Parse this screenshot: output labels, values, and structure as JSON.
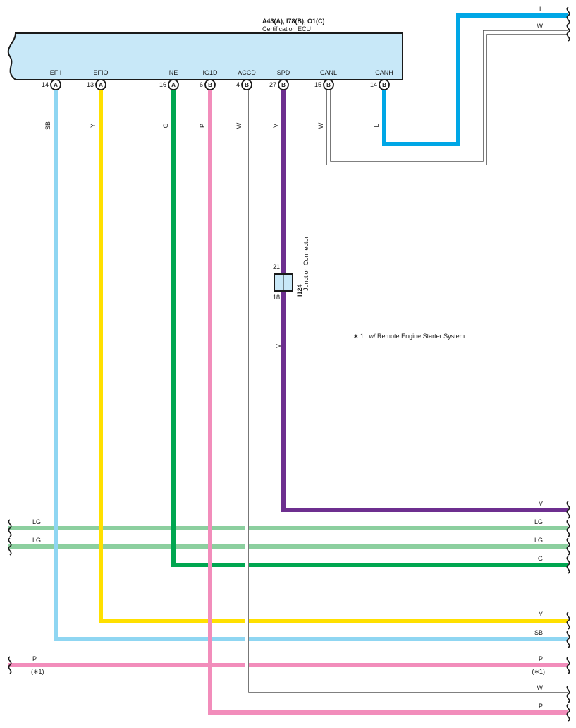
{
  "ecu": {
    "connector_codes": "A43(A), I78(B), O1(C)",
    "name": "Certification ECU"
  },
  "ecu_pins": [
    {
      "pin": "14",
      "conn": "A",
      "name": "EFII"
    },
    {
      "pin": "13",
      "conn": "A",
      "name": "EFIO"
    },
    {
      "pin": "16",
      "conn": "A",
      "name": "NE"
    },
    {
      "pin": "6",
      "conn": "B",
      "name": "IG1D"
    },
    {
      "pin": "4",
      "conn": "B",
      "name": "ACCD"
    },
    {
      "pin": "27",
      "conn": "B",
      "name": "SPD"
    },
    {
      "pin": "15",
      "conn": "B",
      "name": "CANL"
    },
    {
      "pin": "14",
      "conn": "B",
      "name": "CANH"
    }
  ],
  "junction": {
    "code": "I124",
    "name": "Junction Connector",
    "pin_top": "21",
    "pin_bottom": "18"
  },
  "note": "∗ 1 : w/ Remote Engine Starter System",
  "wire_colors": {
    "L": "#00a7e6",
    "W": "#ffffff",
    "SB": "#8fd6f2",
    "Y": "#ffe000",
    "G": "#00a650",
    "P": "#f28dbb",
    "V": "#6d2f8f",
    "LG": "#8ccf9f"
  },
  "wires": [
    {
      "code": "L",
      "from": "CANH",
      "right_label": "L"
    },
    {
      "code": "W",
      "from": "CANL",
      "right_label": "W"
    },
    {
      "code": "V",
      "from": "SPD",
      "mid_label": "V",
      "right_label": "V"
    },
    {
      "code": "LG",
      "left_label": "LG",
      "right_label": "LG"
    },
    {
      "code": "LG",
      "left_label": "LG",
      "right_label": "LG"
    },
    {
      "code": "G",
      "from": "NE",
      "right_label": "G"
    },
    {
      "code": "Y",
      "from": "EFIO",
      "right_label": "Y"
    },
    {
      "code": "SB",
      "from": "EFII",
      "right_label": "SB"
    },
    {
      "code": "P",
      "left_label": "P",
      "left_note": "(∗1)",
      "right_label": "P",
      "right_note": "(∗1)"
    },
    {
      "code": "W",
      "from": "ACCD",
      "right_label": "W"
    },
    {
      "code": "P",
      "from": "IG1D",
      "right_label": "P"
    }
  ],
  "vertical_labels": {
    "EFII": "SB",
    "EFIO": "Y",
    "NE": "G",
    "IG1D": "P",
    "ACCD": "W",
    "SPD": "V",
    "CANL": "W",
    "CANH": "L"
  }
}
